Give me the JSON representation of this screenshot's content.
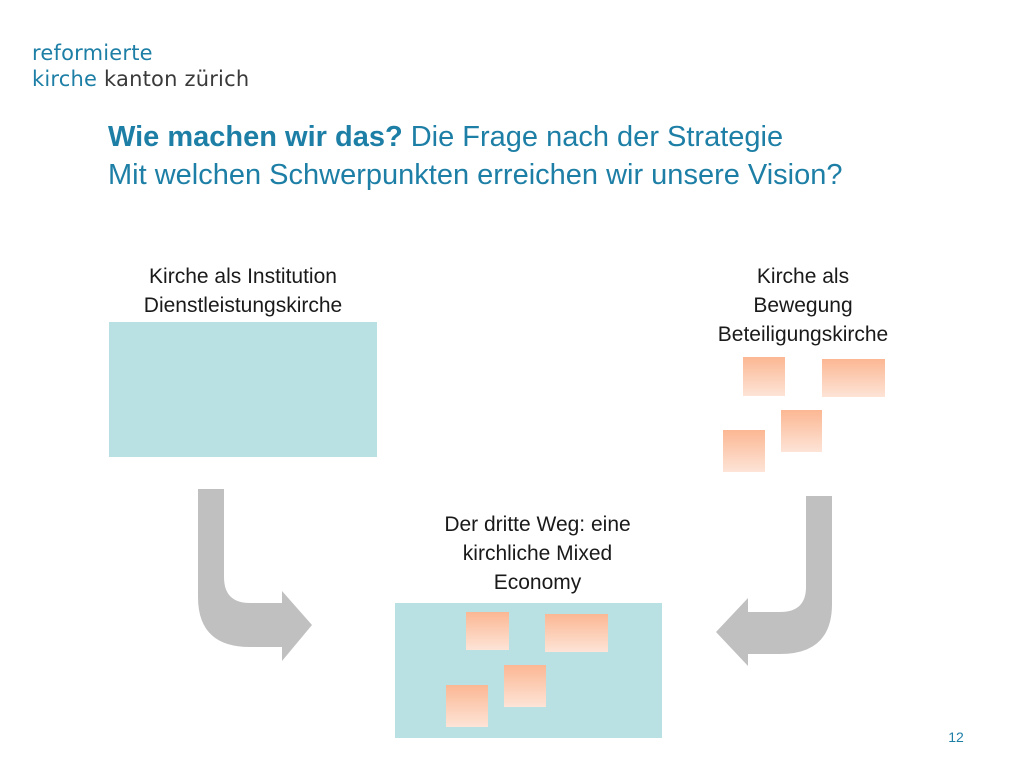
{
  "logo": {
    "line1": "reformierte",
    "line2_part1": "kirche",
    "line2_part2": " kanton zürich"
  },
  "title": {
    "bold": "Wie machen wir das?",
    "rest": " Die Frage nach der Strategie",
    "line2": "Mit welchen Schwerpunkten erreichen wir unsere Vision?"
  },
  "left": {
    "line1": "Kirche als Institution",
    "line2": "Dienstleistungskirche"
  },
  "right": {
    "line1": "Kirche als",
    "line2": "Bewegung",
    "line3": "Beteiligungskirche"
  },
  "center": {
    "line1": "Der dritte Weg: eine",
    "line2": "kirchliche Mixed",
    "line3": "Economy"
  },
  "page_number": "12",
  "colors": {
    "accent": "#1e7fa6",
    "teal": "#b9e0e3",
    "note": "#fcb793",
    "arrow": "#c0c0c0"
  }
}
